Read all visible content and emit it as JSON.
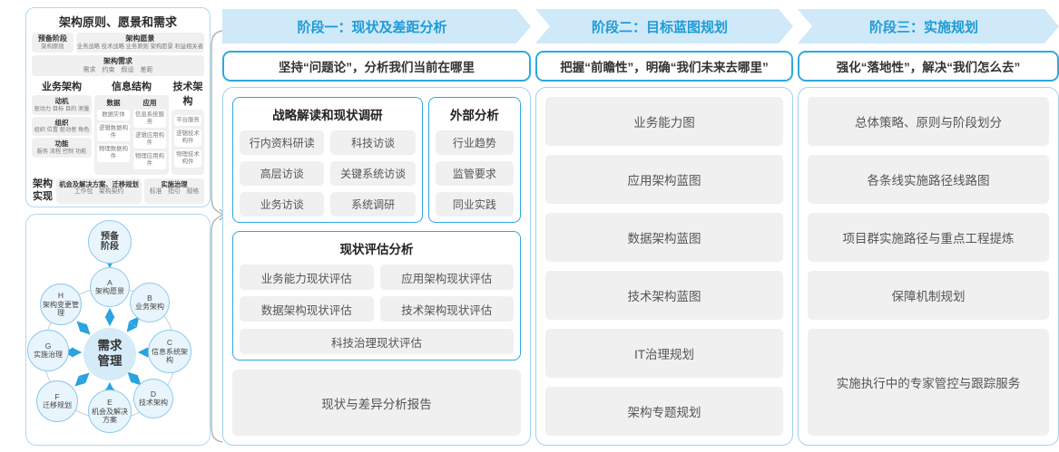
{
  "colors": {
    "accent_blue": "#2fa8e0",
    "banner_bg": "#cfe9f8",
    "banner_text": "#1d9bd7",
    "panel_border": "#aed9f1",
    "gray_box": "#f0f0f0",
    "circle_fill": "#e9f5fc",
    "center_circle_fill": "#d5ebf8"
  },
  "left_panel": {
    "title": "架构原则、愿景和需求",
    "prep": {
      "title": "预备阶段",
      "sub": "架构原则"
    },
    "vision": {
      "title": "架构愿景",
      "sub": "业务战略 技术战略 业务原则 架构愿景 利益相关者"
    },
    "requirements": {
      "title": "架构需求",
      "sub": "需求　约束　假设　差距"
    },
    "business": {
      "title": "业务架构",
      "items": [
        {
          "title": "动机",
          "sub": "驱动力 目标 目的 测量"
        },
        {
          "title": "组织",
          "sub": "组织 位置 驱动者 角色"
        },
        {
          "title": "功能",
          "sub": "服务 流程 控制 功能"
        }
      ]
    },
    "information": {
      "title": "信息结构",
      "data_col": {
        "title": "数据",
        "items": [
          "数据实体",
          "逻辑数据构件",
          "物理数据构件"
        ]
      },
      "app_col": {
        "title": "应用",
        "items": [
          "信息系统服务",
          "逻辑应用构件",
          "物理应用构件"
        ]
      }
    },
    "technology": {
      "title": "技术架构",
      "items": [
        "平台服务",
        "逻辑技术构件",
        "物理技术构件"
      ]
    },
    "realization": {
      "label": "架构实现",
      "opportunity": {
        "title": "机会及解决方案、迁移规划",
        "sub": "工作包　架构契约"
      },
      "governance": {
        "title": "实施治理",
        "sub": "标准　指引　规格"
      }
    }
  },
  "adm": {
    "top": "预备阶段",
    "center": "需求管理",
    "nodes": [
      {
        "letter": "A",
        "name": "架构愿景"
      },
      {
        "letter": "B",
        "name": "业务架构"
      },
      {
        "letter": "C",
        "name": "信息系统架构"
      },
      {
        "letter": "D",
        "name": "技术架构"
      },
      {
        "letter": "E",
        "name": "机会及解决方案"
      },
      {
        "letter": "F",
        "name": "迁移规划"
      },
      {
        "letter": "G",
        "name": "实施治理"
      },
      {
        "letter": "H",
        "name": "架构变更管理"
      }
    ]
  },
  "phases": [
    {
      "banner": "阶段一：现状及差距分析",
      "quote": "坚持“问题论”，分析我们当前在哪里",
      "strategy": {
        "title": "战略解读和现状调研",
        "items": [
          "行内资料研读",
          "科技访谈",
          "高层访谈",
          "关键系统访谈",
          "业务访谈",
          "系统调研"
        ]
      },
      "external": {
        "title": "外部分析",
        "items": [
          "行业趋势",
          "监管要求",
          "同业实践"
        ]
      },
      "assessment": {
        "title": "现状评估分析",
        "items": [
          "业务能力现状评估",
          "应用架构现状评估",
          "数据架构现状评估",
          "技术架构现状评估"
        ],
        "full": "科技治理现状评估"
      },
      "report": "现状与差异分析报告"
    },
    {
      "banner": "阶段二：目标蓝图规划",
      "quote": "把握“前瞻性”，明确“我们未来去哪里”",
      "items": [
        "业务能力图",
        "应用架构蓝图",
        "数据架构蓝图",
        "技术架构蓝图",
        "IT治理规划",
        "架构专题规划"
      ]
    },
    {
      "banner": "阶段三：实施规划",
      "quote": "强化“落地性”，解决“我们怎么去”",
      "items": [
        "总体策略、原则与阶段划分",
        "各条线实施路径线路图",
        "项目群实施路径与重点工程提炼",
        "保障机制规划"
      ],
      "tall_item": "实施执行中的专家管控与跟踪服务"
    }
  ]
}
